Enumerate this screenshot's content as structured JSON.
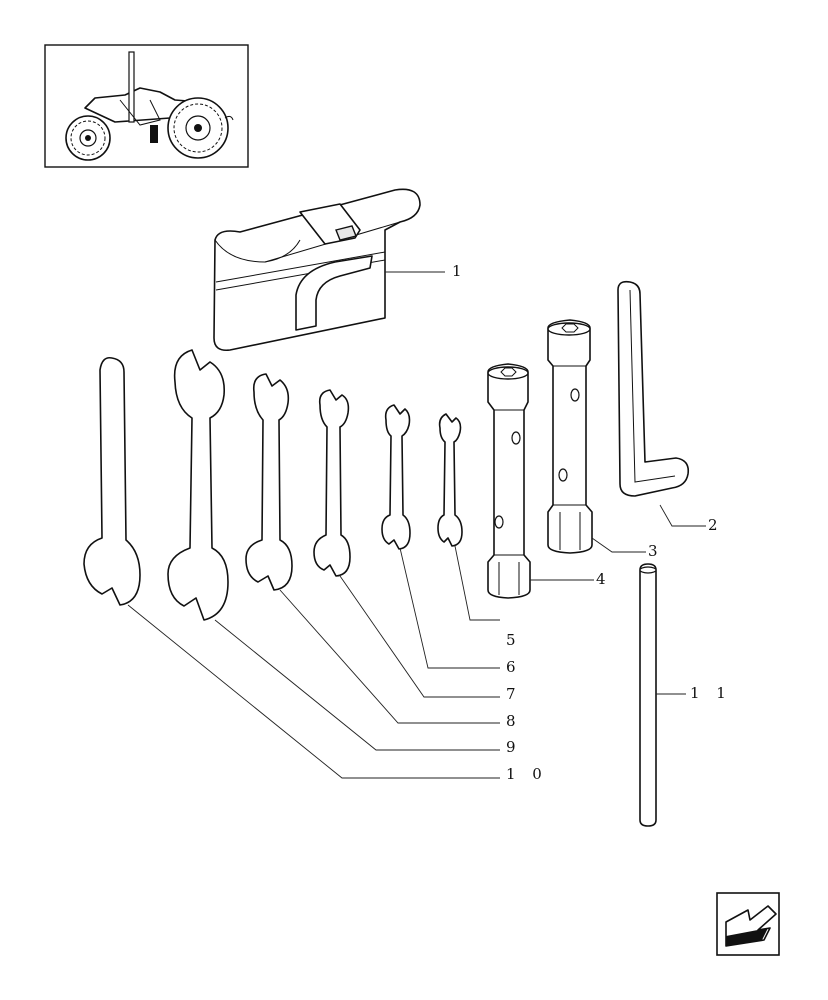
{
  "diagram": {
    "callouts": [
      {
        "id": "1",
        "label": "1"
      },
      {
        "id": "2",
        "label": "2"
      },
      {
        "id": "3",
        "label": "3"
      },
      {
        "id": "4",
        "label": "4"
      },
      {
        "id": "5",
        "label": "5"
      },
      {
        "id": "6",
        "label": "6"
      },
      {
        "id": "7",
        "label": "7"
      },
      {
        "id": "8",
        "label": "8"
      },
      {
        "id": "9",
        "label": "9"
      },
      {
        "id": "10",
        "label": "1 0"
      },
      {
        "id": "11",
        "label": "1 1"
      }
    ]
  },
  "icons": {
    "thumbnail": "tractor-icon",
    "nav": "arrow-back-icon"
  }
}
